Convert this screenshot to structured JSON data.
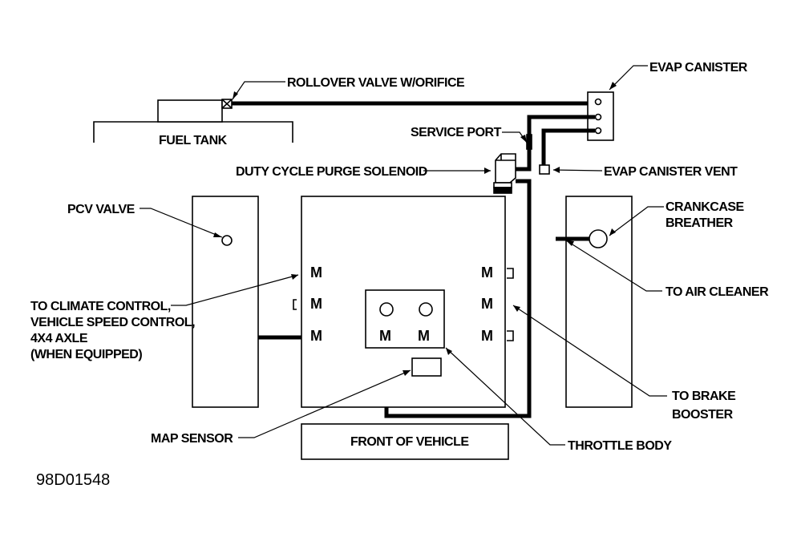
{
  "labels": {
    "rollover_valve": "ROLLOVER VALVE W/ORIFICE",
    "evap_canister": "EVAP CANISTER",
    "fuel_tank": "FUEL TANK",
    "service_port": "SERVICE PORT",
    "duty_cycle_purge_solenoid": "DUTY CYCLE PURGE SOLENOID",
    "evap_canister_vent": "EVAP CANISTER VENT",
    "pcv_valve": "PCV VALVE",
    "crankcase_breather_line1": "CRANKCASE",
    "crankcase_breather_line2": "BREATHER",
    "to_air_cleaner": "TO AIR CLEANER",
    "to_climate_control_line1": "TO CLIMATE CONTROL,",
    "to_climate_control_line2": "VEHICLE SPEED CONTROL,",
    "to_climate_control_line3": "4X4 AXLE",
    "to_climate_control_line4": "(WHEN EQUIPPED)",
    "to_brake_booster_line1": "TO BRAKE",
    "to_brake_booster_line2": "BOOSTER",
    "map_sensor": "MAP SENSOR",
    "front_of_vehicle": "FRONT OF VEHICLE",
    "throttle_body": "THROTTLE BODY",
    "manifold_port": "M",
    "figure_code": "98D01548"
  }
}
